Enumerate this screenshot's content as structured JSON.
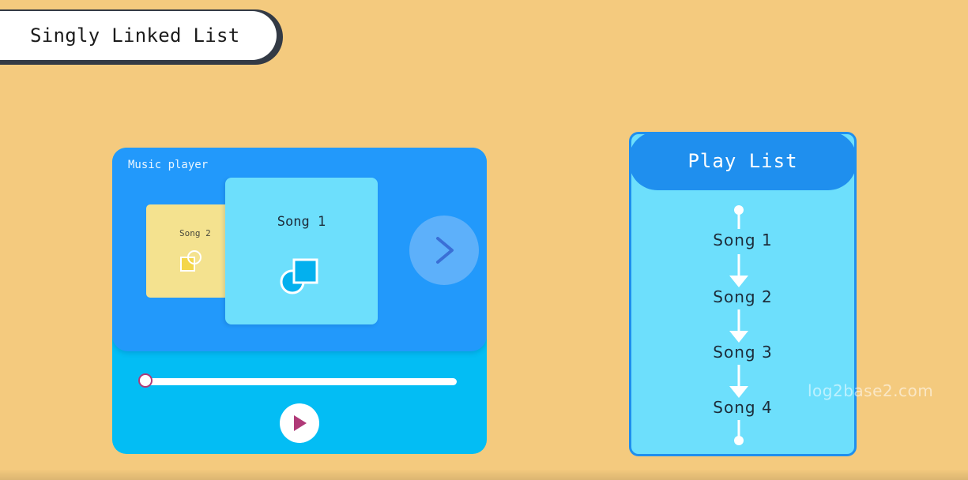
{
  "title": "Singly Linked List",
  "music_player": {
    "label": "Music player",
    "previous_song": "Song 2",
    "current_song": "Song 1",
    "progress": 0.0
  },
  "playlist": {
    "title": "Play List",
    "songs": [
      "Song 1",
      "Song 2",
      "Song 3",
      "Song 4"
    ]
  },
  "watermark": "log2base2.com",
  "colors": {
    "background": "#f4ca7e",
    "player_top": "#2299fb",
    "player_bottom": "#03bdf4",
    "card_front": "#6ddffc",
    "card_back": "#f4e28f",
    "playlist_header": "#1f8fee",
    "play_icon": "#b03a78"
  },
  "icons": {
    "next": "chevron-right-icon",
    "play": "play-icon",
    "song_art": "shapes-icon"
  }
}
